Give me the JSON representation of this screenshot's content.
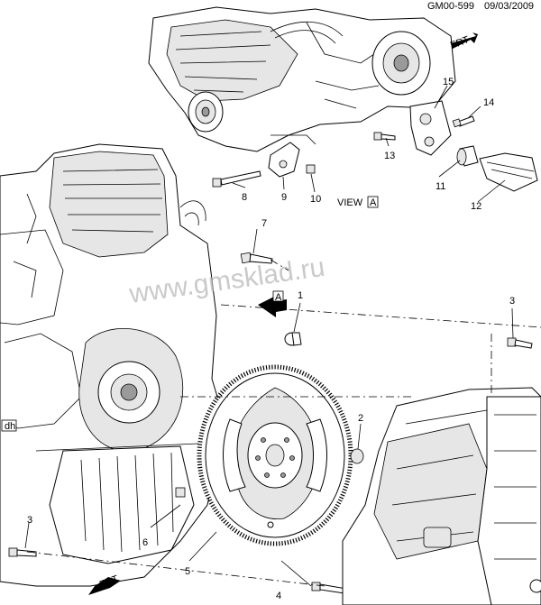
{
  "header": {
    "code": "GM00-599",
    "date": "09/03/2009"
  },
  "watermark": "www.gmsklad.ru",
  "view": {
    "label": "VIEW",
    "letter": "A"
  },
  "arrow_letter": "A",
  "front_label": "FRT",
  "corner_tag": "dh",
  "callouts": [
    "1",
    "2",
    "3",
    "3",
    "4",
    "5",
    "6",
    "7",
    "8",
    "9",
    "10",
    "11",
    "12",
    "13",
    "14",
    "15"
  ]
}
